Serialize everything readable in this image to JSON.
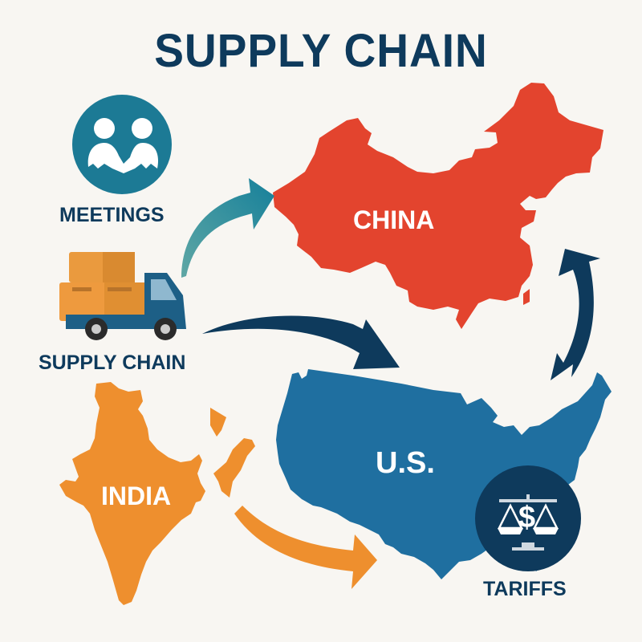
{
  "title": "SUPPLY CHAIN",
  "colors": {
    "background": "#f8f6f2",
    "navy": "#0e3a5c",
    "china_red": "#e3442e",
    "us_blue": "#1f6fa0",
    "india_orange": "#ee8f2e",
    "teal": "#1c7a95"
  },
  "icons": {
    "meetings": {
      "name": "handshake-icon",
      "label": "MEETINGS"
    },
    "truck": {
      "name": "delivery-truck-icon",
      "label": "SUPPLY CHAIN"
    },
    "tariffs": {
      "name": "scales-dollar-icon",
      "label": "TARIFFS",
      "glyph": "$"
    }
  },
  "regions": {
    "china": {
      "label": "CHINA"
    },
    "us": {
      "label": "U.S."
    },
    "india": {
      "label": "INDIA"
    }
  },
  "arrows": [
    {
      "from": "meetings/truck",
      "to": "china",
      "color": "teal"
    },
    {
      "from": "truck",
      "to": "us",
      "color": "navy"
    },
    {
      "from": "us",
      "to": "china",
      "color": "navy",
      "bidirectional": true
    },
    {
      "from": "india",
      "to": "us",
      "color": "india_orange"
    }
  ]
}
